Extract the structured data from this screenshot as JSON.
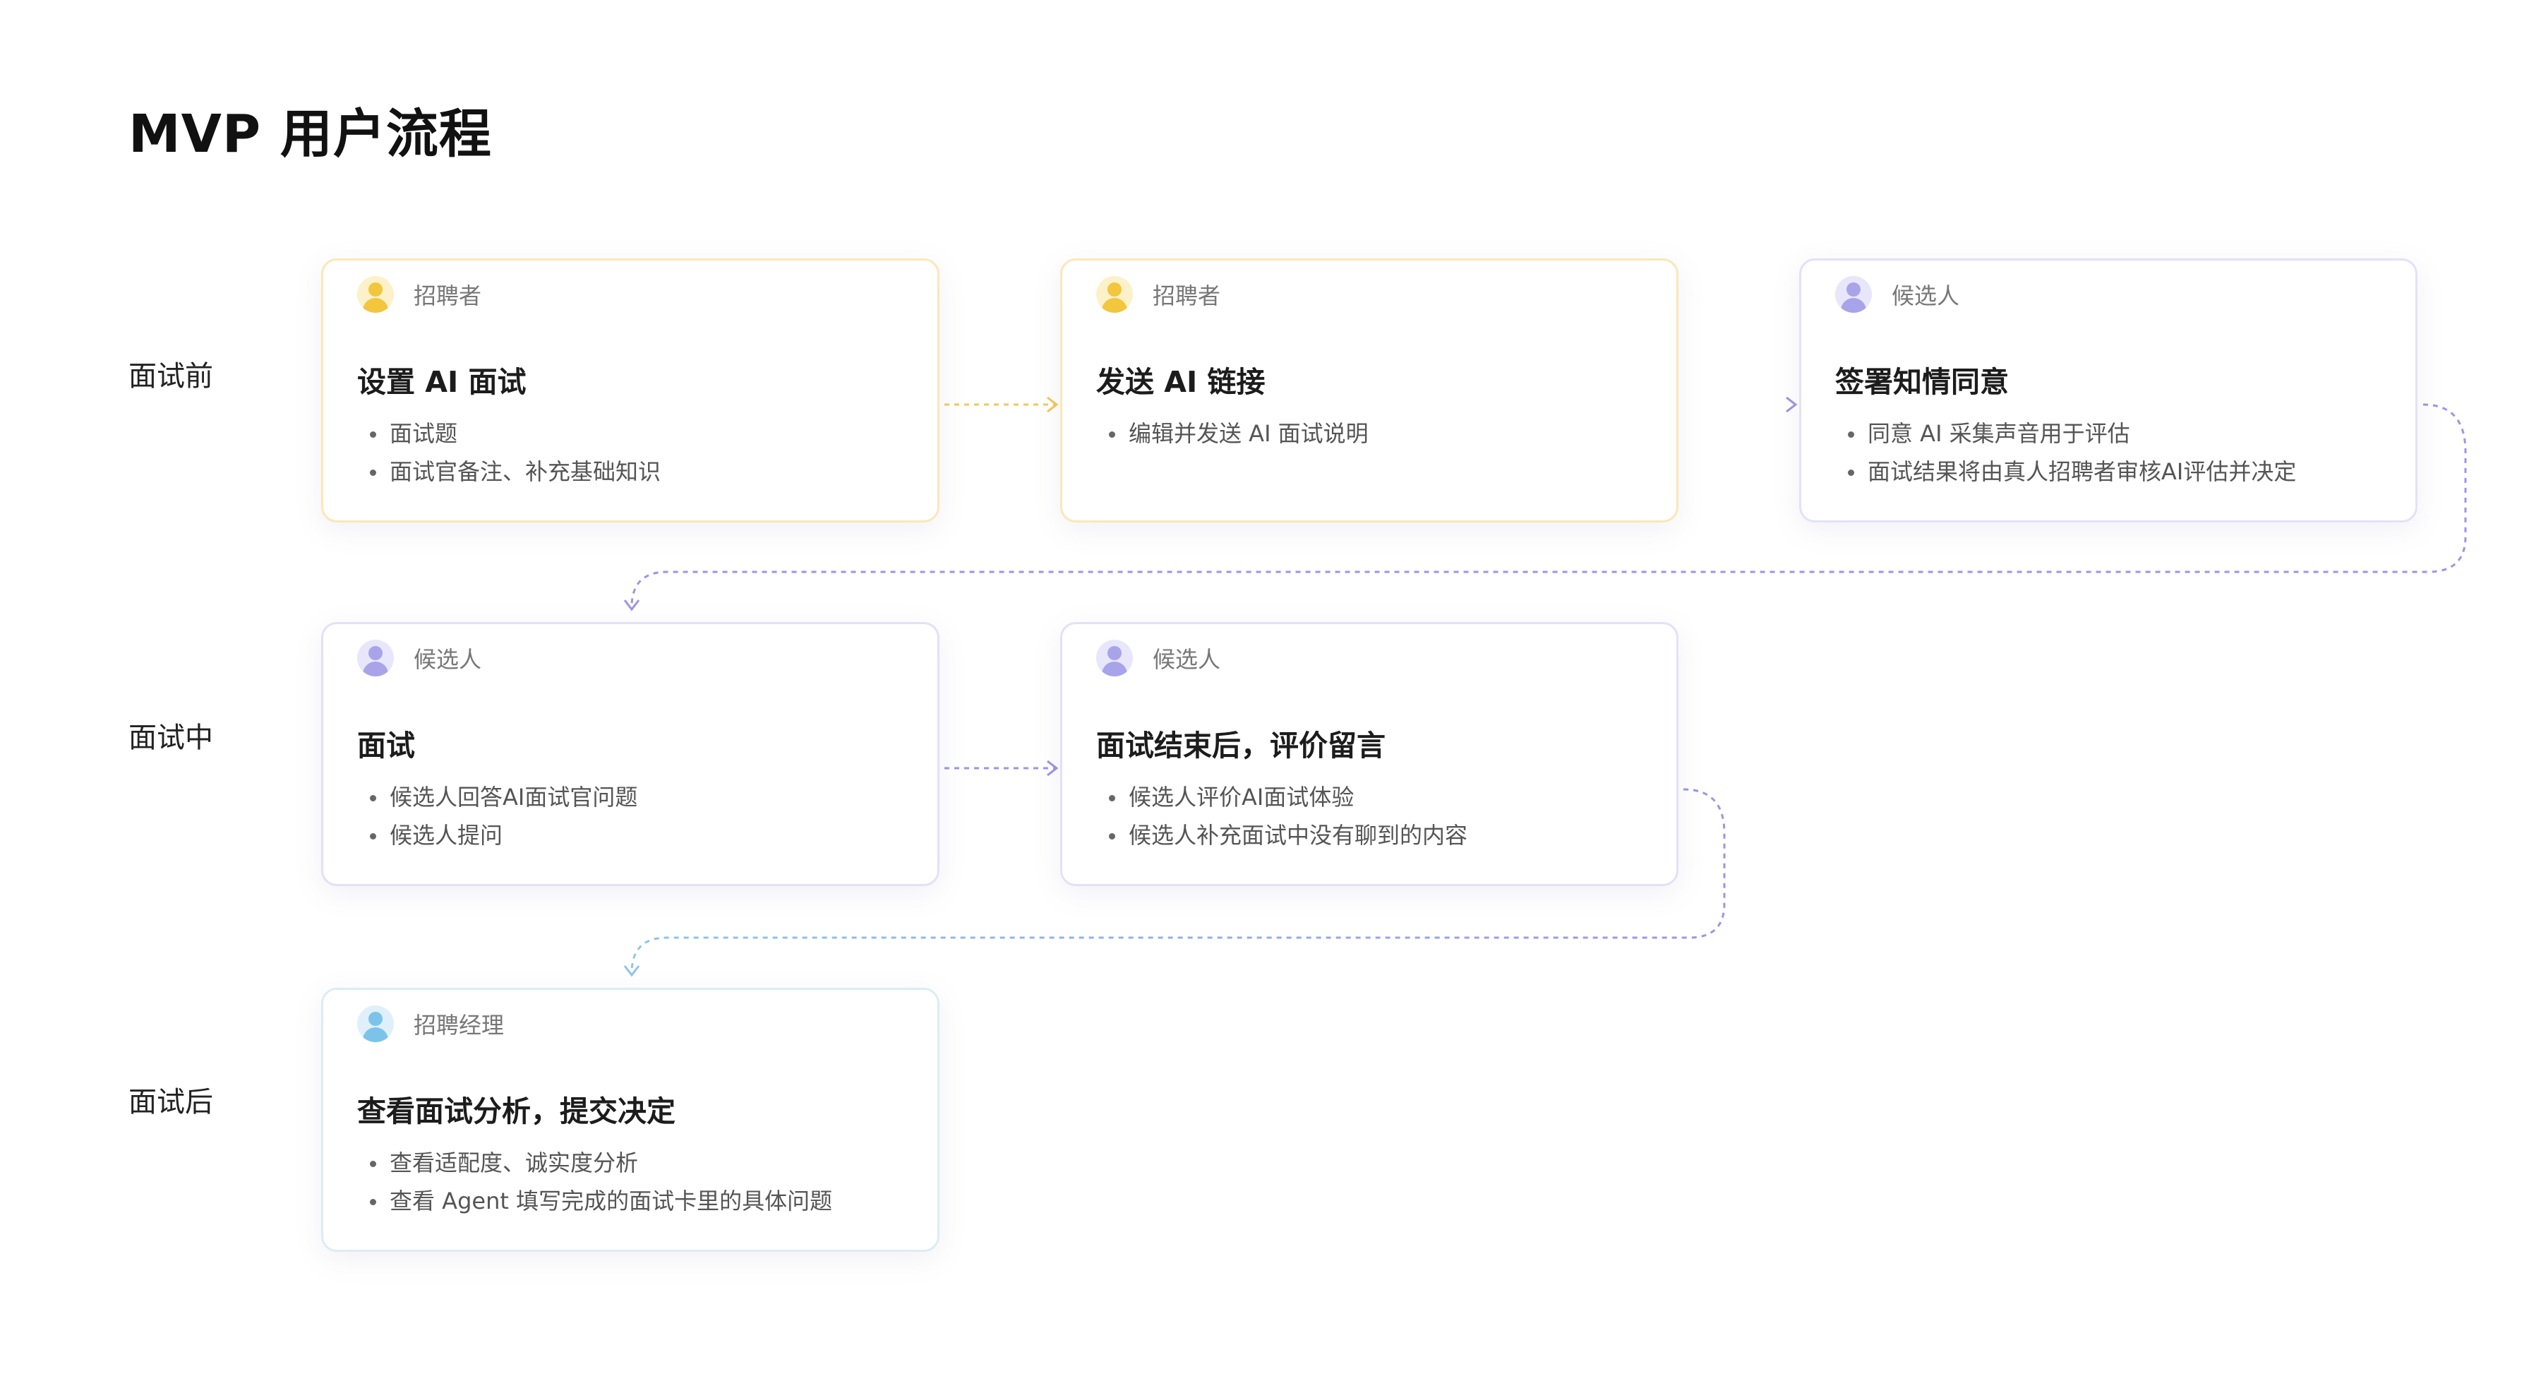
{
  "title": "MVP 用户流程",
  "phases": [
    "面试前",
    "面试中",
    "面试后"
  ],
  "cards": [
    {
      "role": "招聘者",
      "role_type": "recruiter",
      "avatar_icon": "user-avatar-icon",
      "title": "设置 AI 面试",
      "bullets": [
        "面试题",
        "面试官备注、补充基础知识"
      ]
    },
    {
      "role": "招聘者",
      "role_type": "recruiter",
      "avatar_icon": "user-avatar-icon",
      "title": "发送 AI 链接",
      "bullets": [
        "编辑并发送 AI 面试说明"
      ]
    },
    {
      "role": "候选人",
      "role_type": "candidate",
      "avatar_icon": "user-avatar-icon",
      "title": "签署知情同意",
      "bullets": [
        "同意 AI 采集声音用于评估",
        "面试结果将由真人招聘者审核AI评估并决定"
      ]
    },
    {
      "role": "候选人",
      "role_type": "candidate",
      "avatar_icon": "user-avatar-icon",
      "title": "面试",
      "bullets": [
        "候选人回答AI面试官问题",
        "候选人提问"
      ]
    },
    {
      "role": "候选人",
      "role_type": "candidate",
      "avatar_icon": "user-avatar-icon",
      "title": "面试结束后，评价留言",
      "bullets": [
        "候选人评价AI面试体验",
        "候选人补充面试中没有聊到的内容"
      ]
    },
    {
      "role": "招聘经理",
      "role_type": "manager",
      "avatar_icon": "user-avatar-icon",
      "title": "查看面试分析，提交决定",
      "bullets": [
        "查看适配度、诚实度分析",
        "查看 Agent 填写完成的面试卡里的具体问题"
      ]
    }
  ],
  "colors": {
    "recruiter": "#f2c63d",
    "candidate": "#a9a3ea",
    "manager": "#7cc3ea",
    "connector_recruiter": "#f5c85a",
    "connector_candidate": "#9b95e6",
    "connector_manager": "#8fc5ea"
  }
}
